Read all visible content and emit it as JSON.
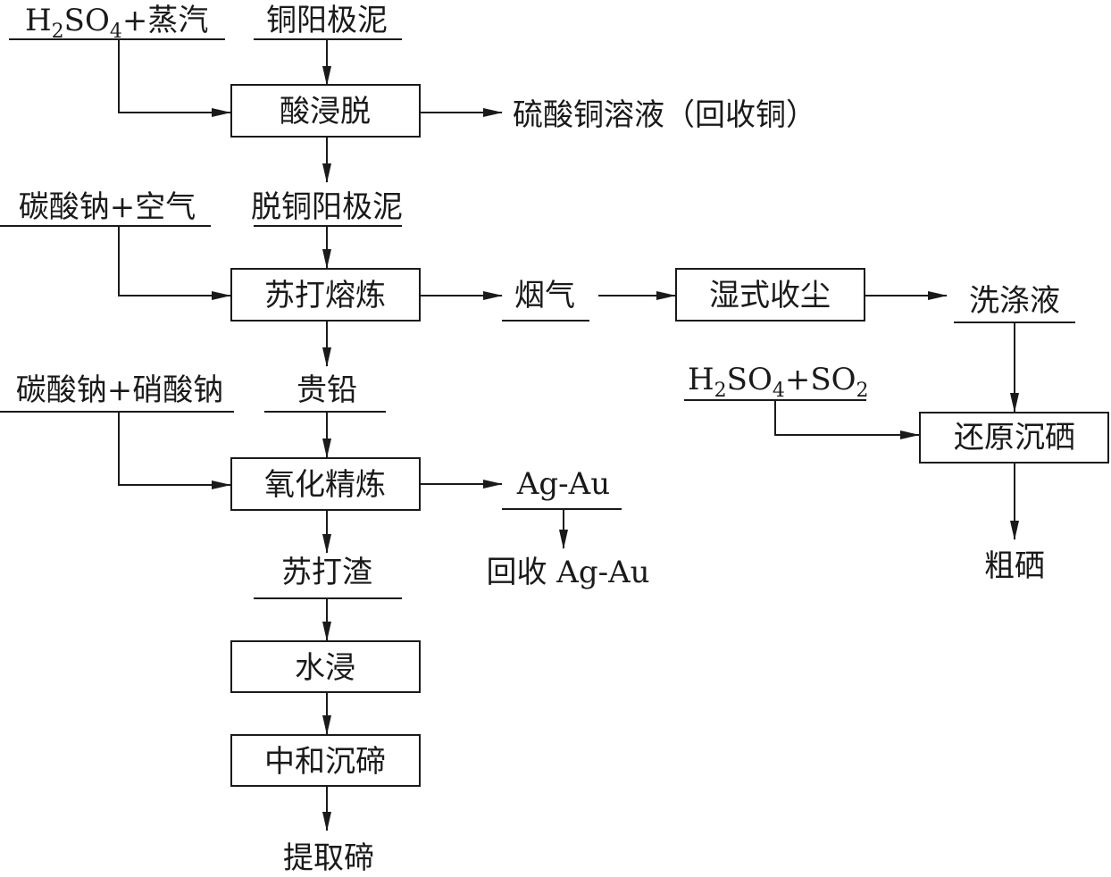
{
  "inputs": {
    "acid_steam_prefix": "H",
    "acid_steam_sub_h": "2",
    "acid_steam_so": "SO",
    "acid_steam_sub_o": "4",
    "acid_steam_suffix": "+蒸汽",
    "copper_slime": "铜阳极泥",
    "soda_air": "碳酸钠+空气",
    "decopper_slime": "脱铜阳极泥",
    "soda_nitrate": "碳酸钠+硝酸钠",
    "noble_lead": "贵铅",
    "so2_prefix": "H",
    "so2_sub_h": "2",
    "so2_so": "SO",
    "so2_sub_o": "4",
    "so2_plus": "+SO",
    "so2_sub_2": "2"
  },
  "processes": {
    "acid_leach": "酸浸脱",
    "soda_smelt": "苏打熔炼",
    "oxid_refine": "氧化精炼",
    "water_leach": "水浸",
    "neutralize": "中和沉碲",
    "wet_dust": "湿式收尘",
    "reduce_se": "还原沉硒"
  },
  "products": {
    "cuso4": "硫酸铜溶液（回收铜）",
    "flue_gas": "烟气",
    "wash_liquid": "洗涤液",
    "ag_au": "Ag-Au",
    "recover_agau": "回收 Ag-Au",
    "soda_slag": "苏打渣",
    "extract_te": "提取碲",
    "crude_se": "粗硒"
  }
}
